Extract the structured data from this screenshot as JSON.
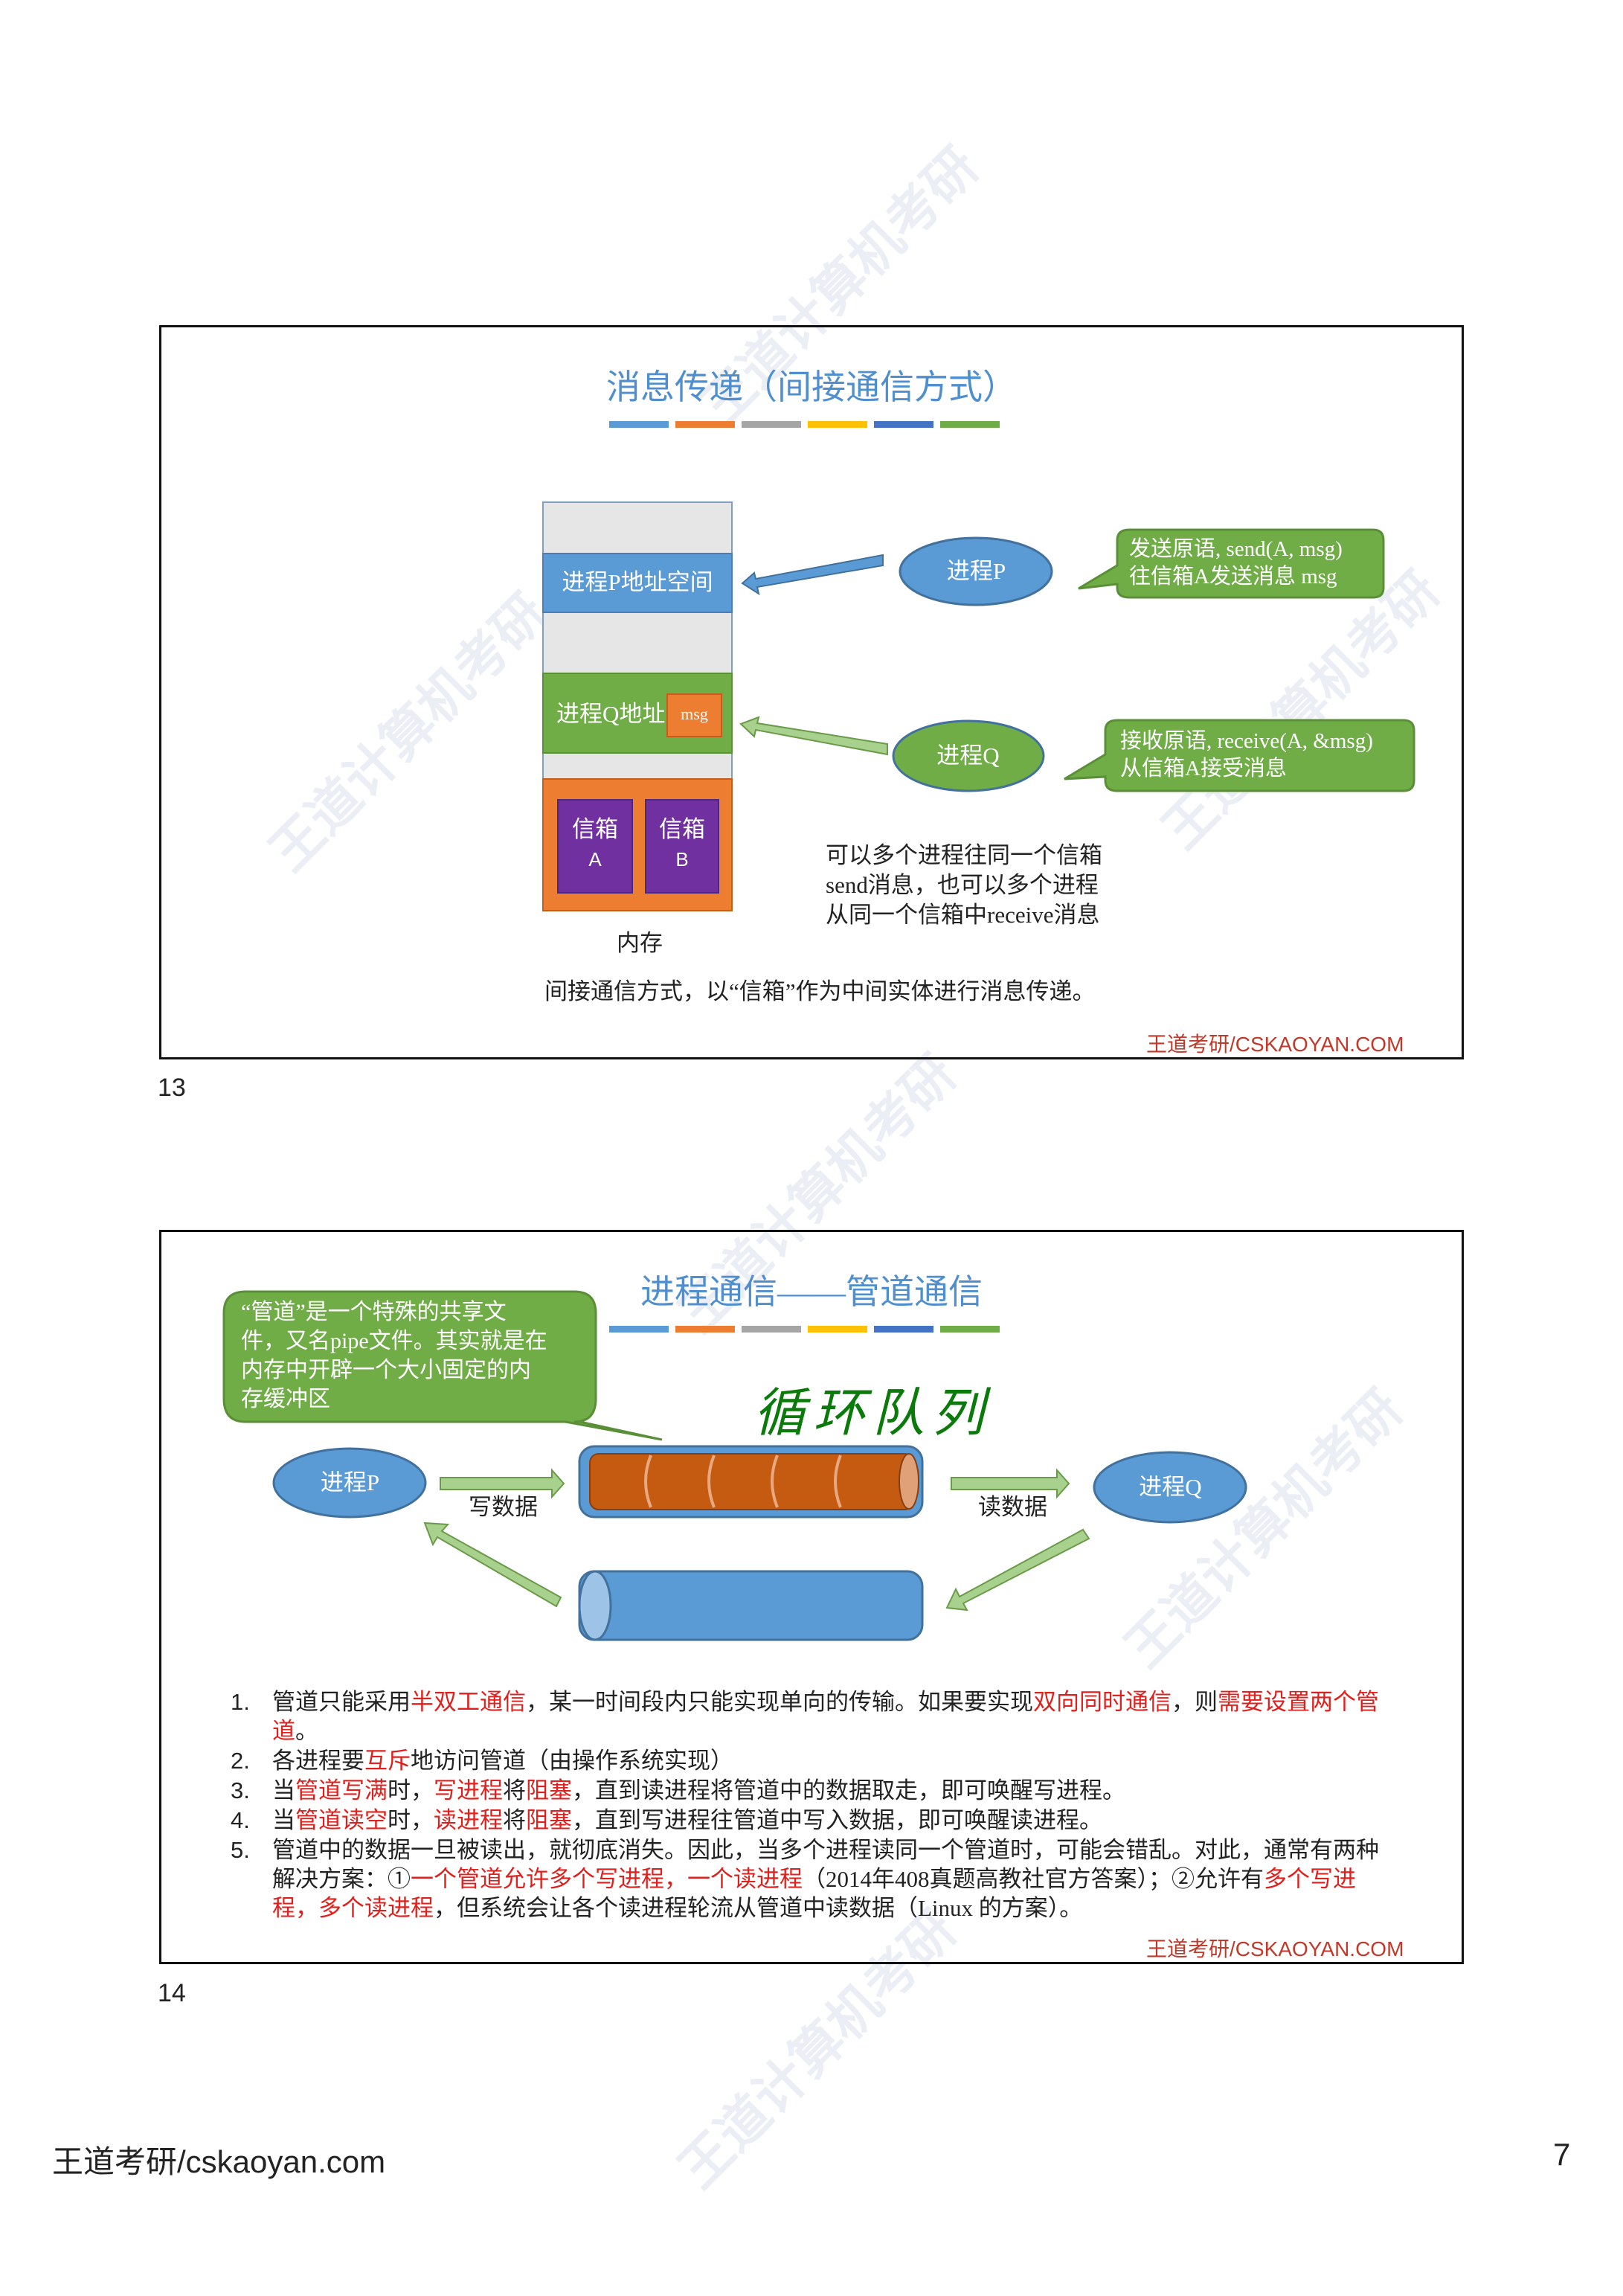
{
  "colors": {
    "title": "#4f8fd0",
    "accent_bars": [
      "#5b9bd5",
      "#ed7d31",
      "#a5a5a5",
      "#ffc000",
      "#4472c4",
      "#70ad47"
    ],
    "blue": "#5b9bd5",
    "green": "#70ad47",
    "orange": "#ed7d31",
    "purple": "#7030a0",
    "red": "#e0201c",
    "brand": "#c0392b",
    "handwriting": "#0a7a0a"
  },
  "watermark": "王道计算机考研",
  "slide13": {
    "title": "消息传递（间接通信方式）",
    "memory": {
      "p_space": "进程P地址空间",
      "q_space": "进程Q地址",
      "msg": "msg",
      "mailbox_a": [
        "信箱",
        "A"
      ],
      "mailbox_b": [
        "信箱",
        "B"
      ],
      "label": "内存"
    },
    "process_p": "进程P",
    "process_q": "进程Q",
    "send_callout": [
      "发送原语, send(A, msg)",
      "往信箱A发送消息 msg"
    ],
    "recv_callout": [
      "接收原语, receive(A, &msg)",
      "从信箱A接受消息"
    ],
    "note": [
      "可以多个进程往同一个信箱",
      "send消息，也可以多个进程",
      "从同一个信箱中receive消息"
    ],
    "caption": "间接通信方式，以“信箱”作为中间实体进行消息传递。",
    "brand": "王道考研/CSKAOYAN.COM",
    "number": "13"
  },
  "slide14": {
    "title": "进程通信——管道通信",
    "callout": [
      "“管道”是一个特殊的共享文",
      "件，又名pipe文件。其实就是在",
      "内存中开辟一个大小固定的内",
      "存缓冲区"
    ],
    "handwriting": "循环队列",
    "process_p": "进程P",
    "process_q": "进程Q",
    "write_label": "写数据",
    "read_label": "读数据",
    "items": [
      {
        "n": "1.",
        "segs": [
          [
            "管道只能采用",
            0
          ],
          [
            "半双工通信",
            1
          ],
          [
            "，某一时间段内只能实现单向的传输。如果要实现",
            0
          ],
          [
            "双向同时通信",
            1
          ],
          [
            "，则",
            0
          ],
          [
            "需要设置两个管道",
            1
          ],
          [
            "。",
            0
          ]
        ]
      },
      {
        "n": "2.",
        "segs": [
          [
            "各进程要",
            0
          ],
          [
            "互斥",
            1
          ],
          [
            "地访问管道（由操作系统实现）",
            0
          ]
        ]
      },
      {
        "n": "3.",
        "segs": [
          [
            "当",
            0
          ],
          [
            "管道写满",
            1
          ],
          [
            "时，",
            0
          ],
          [
            "写进程",
            1
          ],
          [
            "将",
            0
          ],
          [
            "阻塞",
            1
          ],
          [
            "，直到读进程将管道中的数据取走，即可唤醒写进程。",
            0
          ]
        ]
      },
      {
        "n": "4.",
        "segs": [
          [
            "当",
            0
          ],
          [
            "管道读空",
            1
          ],
          [
            "时，",
            0
          ],
          [
            "读进程",
            1
          ],
          [
            "将",
            0
          ],
          [
            "阻塞",
            1
          ],
          [
            "，直到写进程往管道中写入数据，即可唤醒读进程。",
            0
          ]
        ]
      },
      {
        "n": "5.",
        "segs": [
          [
            "管道中的数据一旦被读出，就彻底消失。因此，当多个进程读同一个管道时，可能会错乱。对此，通常有两种解决方案：①",
            0
          ],
          [
            "一个管道允许多个写进程，一个读进程",
            1
          ],
          [
            "（2014年408真题高教社官方答案）；②允许有",
            0
          ],
          [
            "多个写进程，多个读进程",
            1
          ],
          [
            "，但系统会让各个读进程轮流从管道中读数据（Linux 的方案）。",
            0
          ]
        ]
      }
    ],
    "brand": "王道考研/CSKAOYAN.COM",
    "number": "14"
  },
  "footer": {
    "site": "王道考研/cskaoyan.com",
    "page": "7"
  }
}
